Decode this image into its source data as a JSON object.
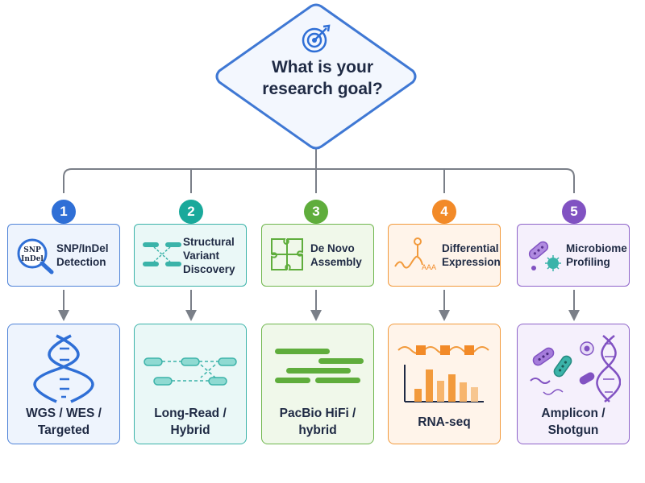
{
  "decision": {
    "line1": "What is your",
    "line2": "research goal?",
    "icon": "target-arrow-icon"
  },
  "branches": [
    {
      "number": "1",
      "color": "#2f6fd6",
      "top": {
        "line1": "SNP/InDel",
        "line2": "Detection",
        "icon": "magnifier-icon",
        "icon_text": {
          "line1": "SNP",
          "line2": "InDel"
        }
      },
      "bottom": {
        "line1": "WGS / WES /",
        "line2": "Targeted",
        "icon": "dna-helix-icon"
      }
    },
    {
      "number": "2",
      "color": "#1aa99b",
      "top": {
        "line1": "Structural",
        "line2": "Variant",
        "line3": "Discovery",
        "icon": "crossing-segments-icon"
      },
      "bottom": {
        "line1": "Long-Read /",
        "line2": "Hybrid",
        "icon": "long-reads-icon"
      }
    },
    {
      "number": "3",
      "color": "#5fad3c",
      "top": {
        "line1": "De Novo",
        "line2": "Assembly",
        "icon": "puzzle-icon"
      },
      "bottom": {
        "line1": "PacBio HiFi /",
        "line2": "hybrid",
        "icon": "stacked-reads-icon"
      }
    },
    {
      "number": "4",
      "color": "#f28a28",
      "top": {
        "line1": "Differential",
        "line2": "Expression",
        "icon": "mrna-icon",
        "icon_text": "AAA"
      },
      "bottom": {
        "line1": "RNA-seq",
        "icon": "expression-bars-icon"
      }
    },
    {
      "number": "5",
      "color": "#8152c2",
      "top": {
        "line1": "Microbiome",
        "line2": "Profiling",
        "icon": "microbes-icon"
      },
      "bottom": {
        "line1": "Amplicon /",
        "line2": "Shotgun",
        "icon": "microbes-dna-icon"
      }
    }
  ]
}
